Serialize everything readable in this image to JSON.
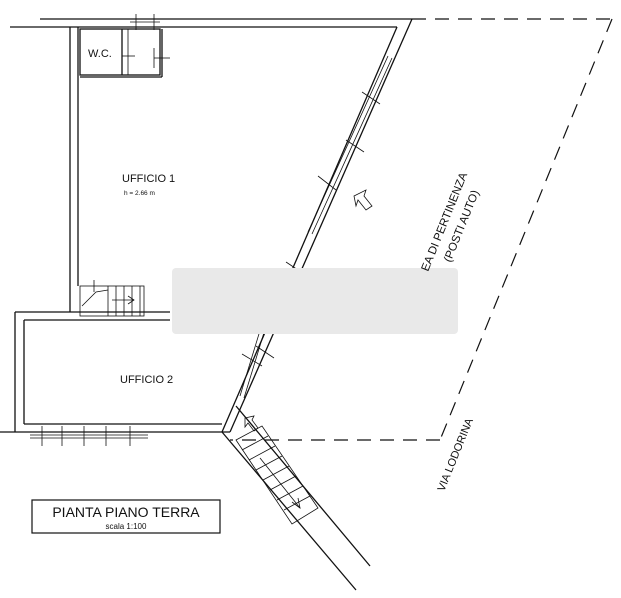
{
  "rooms": {
    "wc": {
      "label": "W.C."
    },
    "ufficio1": {
      "label": "UFFICIO 1",
      "height": "h = 2.66 m"
    },
    "ufficio2": {
      "label": "UFFICIO 2"
    }
  },
  "area_label": {
    "line1": "EA DI PERTINENZA",
    "line2": "(POSTI AUTO)"
  },
  "street_label": "VIA LODORINA",
  "title_block": {
    "title": "PIANTA PIANO TERRA",
    "scale": "scala 1:100"
  }
}
